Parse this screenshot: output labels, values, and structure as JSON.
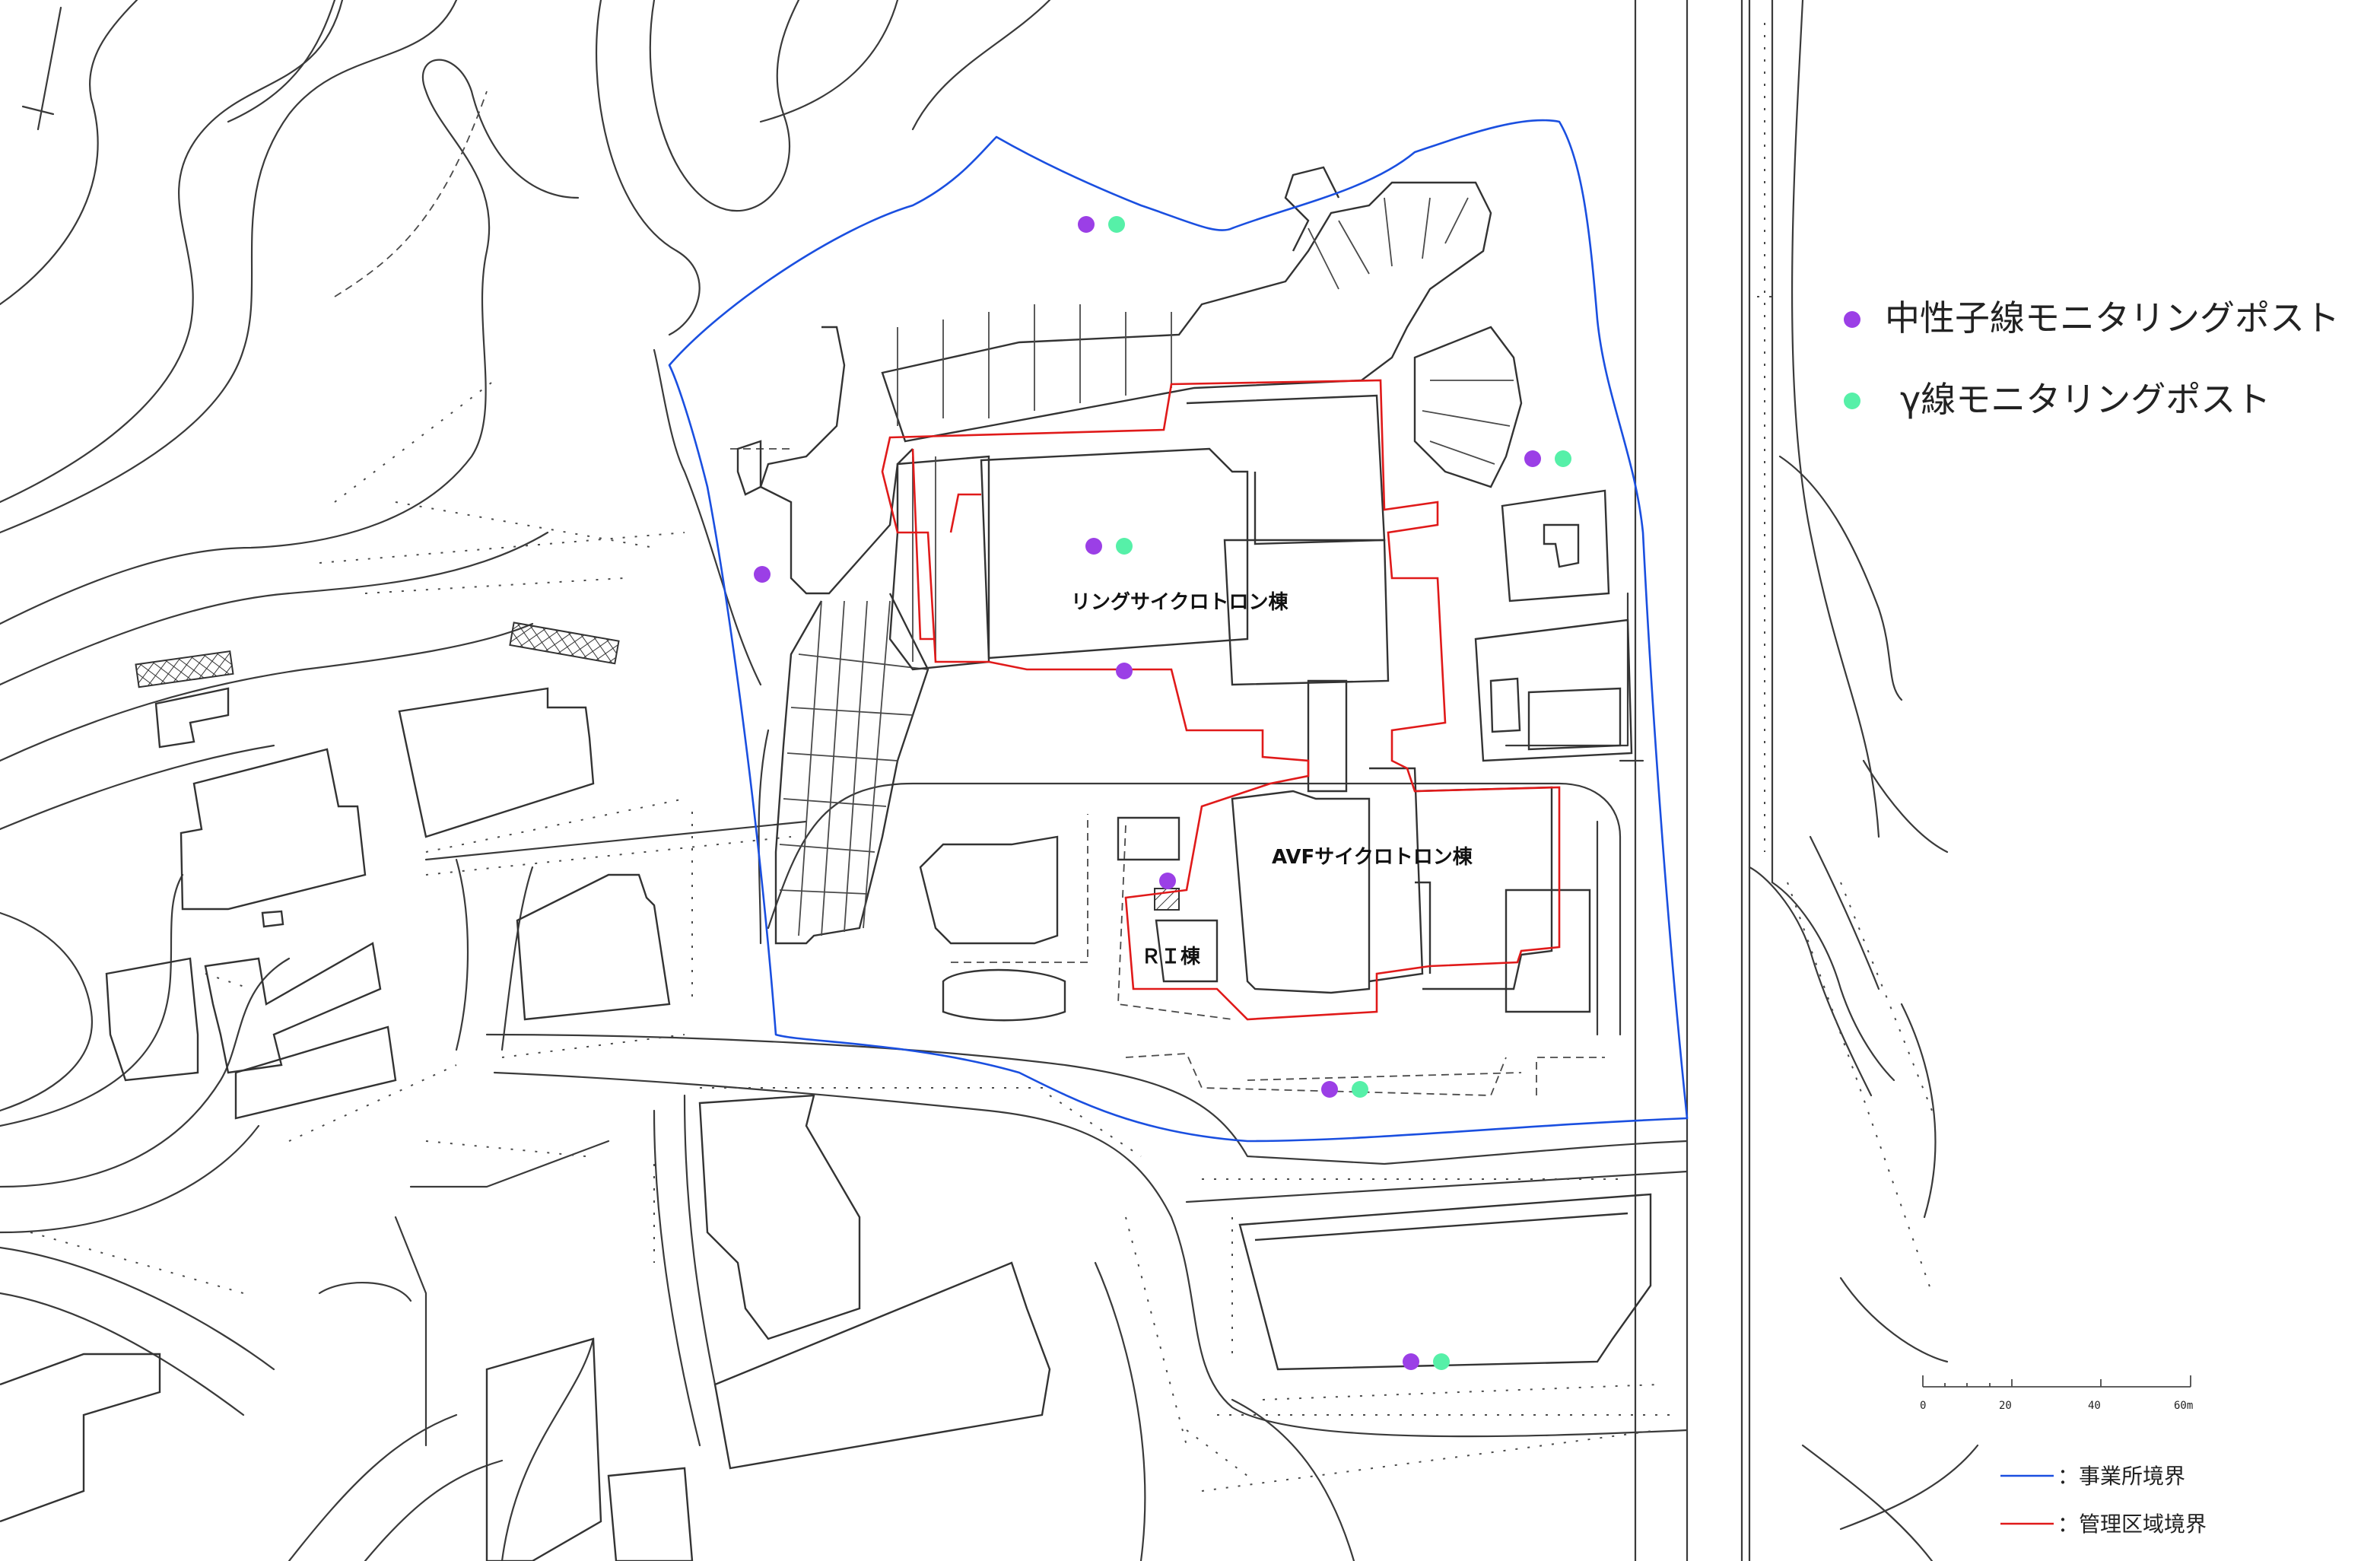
{
  "buildings": {
    "ring": "リングサイクロトロン棟",
    "avf": "AVFサイクロトロン棟",
    "ri": "ＲＩ棟"
  },
  "legend": {
    "neutron": "中性子線モニタリングポスト",
    "gamma": "γ線モニタリングポスト",
    "site_boundary": "：事業所境界",
    "control_boundary": "：管理区域境界"
  },
  "scale": {
    "ticks": [
      "0",
      "20",
      "40",
      "60m"
    ]
  },
  "colors": {
    "neutron_dot": "#9b3fe6",
    "gamma_dot": "#56f0a8",
    "site_boundary": "#1a4fe0",
    "control_boundary": "#e01a1a"
  }
}
